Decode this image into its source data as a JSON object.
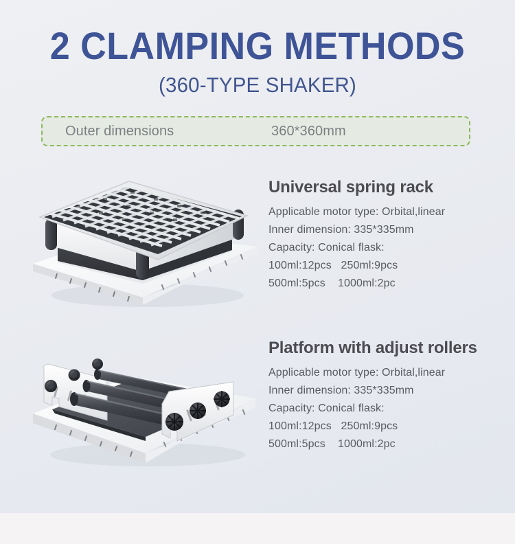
{
  "header": {
    "title": "2 CLAMPING METHODS",
    "subtitle": "(360-TYPE SHAKER)"
  },
  "dimension_banner": {
    "label": "Outer dimensions",
    "value": "360*360mm",
    "border_color": "#8cb95f",
    "fill_color": "#e5ebe2"
  },
  "theme": {
    "title_color": "#3f5496",
    "heading_color": "#4c4c51",
    "body_color": "#585c60",
    "background_top": "#eef0f3",
    "background_bottom": "#e3e7ee",
    "footer_color": "#f5f3f4"
  },
  "products": [
    {
      "name": "Universal spring rack",
      "image_name": "universal-spring-rack-illustration",
      "specs": [
        "Applicable motor type: Orbital,linear",
        "Inner dimension: 335*335mm",
        "Capacity: Conical flask:",
        "100ml:12pcs   250ml:9pcs",
        "500ml:5pcs    1000ml:2pc"
      ]
    },
    {
      "name": "Platform with adjust rollers",
      "image_name": "platform-with-adjust-rollers-illustration",
      "specs": [
        "Applicable motor type: Orbital,linear",
        "Inner dimension: 335*335mm",
        "Capacity: Conical flask:",
        "100ml:12pcs   250ml:9pcs",
        "500ml:5pcs    1000ml:2pc"
      ]
    }
  ]
}
